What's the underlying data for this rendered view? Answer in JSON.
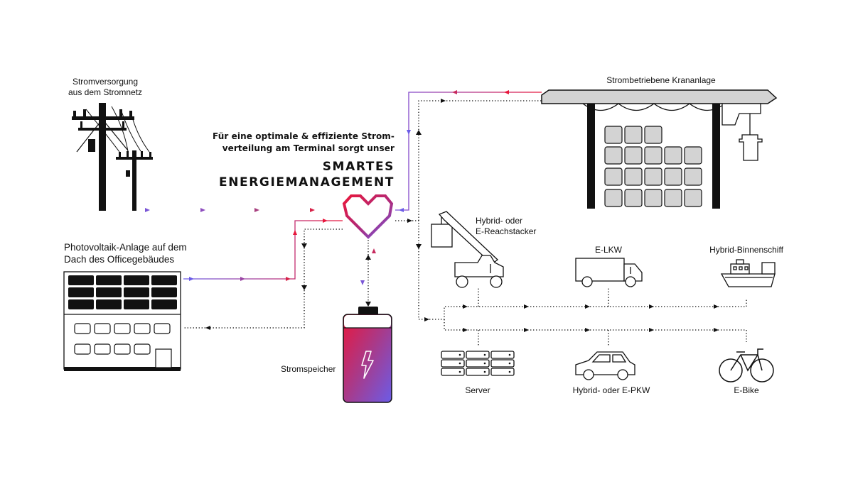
{
  "headline": {
    "line1": "Für eine optimale & effiziente Strom-",
    "line2": "verteilung am Terminal sorgt unser",
    "line3": "SMARTES",
    "line4": "ENERGIEMANAGEMENT"
  },
  "nodes": {
    "grid": {
      "line1": "Stromversorgung",
      "line2": "aus dem Stromnetz"
    },
    "crane": {
      "label": "Strombetriebene Krananlage"
    },
    "pv": {
      "line1": "Photovoltaik-Anlage auf dem",
      "line2": "Dach des Officegebäudes"
    },
    "storage": {
      "label": "Stromspeicher"
    },
    "reachstacker": {
      "line1": "Hybrid- oder",
      "line2": "E-Reachstacker"
    },
    "truck": {
      "label": "E-LKW"
    },
    "ship": {
      "label": "Hybrid-Binnenschiff"
    },
    "server": {
      "label": "Server"
    },
    "car": {
      "label": "Hybrid- oder E-PKW"
    },
    "bike": {
      "label": "E-Bike"
    }
  },
  "colors": {
    "red": "#e8173c",
    "purple": "#9b3fb0",
    "blue": "#6b5ce7",
    "black": "#111111",
    "panel_gray": "#d3d3d3"
  }
}
